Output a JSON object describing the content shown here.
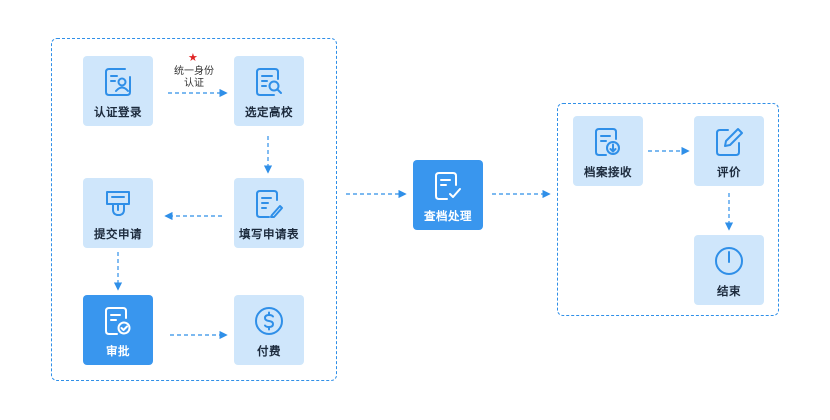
{
  "nodes": {
    "login": {
      "label": "认证登录"
    },
    "school": {
      "label": "选定高校"
    },
    "form": {
      "label": "填写申请表"
    },
    "submit": {
      "label": "提交申请"
    },
    "approve": {
      "label": "审批"
    },
    "pay": {
      "label": "付费"
    },
    "review": {
      "label": "查档处理"
    },
    "receive": {
      "label": "档案接收"
    },
    "rate": {
      "label": "评价"
    },
    "end": {
      "label": "结束"
    }
  },
  "edge_notes": {
    "login_to_school": {
      "line1": "统一身份",
      "line2": "认证",
      "marker": "★"
    }
  },
  "colors": {
    "primary": "#3996ee",
    "node_fill": "#cfe6fb",
    "border": "#2f8fe8",
    "marker": "#e02424"
  }
}
